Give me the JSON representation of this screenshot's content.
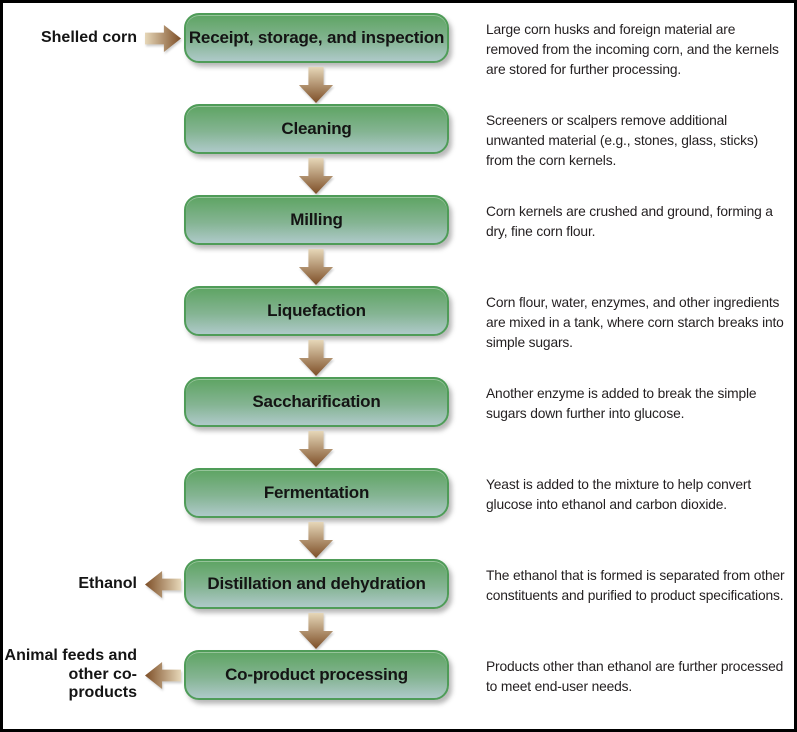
{
  "colors": {
    "box_border": "#4f9c58",
    "box_gradient_top": "#5ea463",
    "box_gradient_bottom": "#aec9c9",
    "arrow_light": "#e6d7b8",
    "arrow_dark": "#7d4e27",
    "text": "#231f20",
    "frame_border": "#000000"
  },
  "icons": {
    "flow_connector": "arrow-down-icon",
    "process_input": "arrow-right-icon",
    "process_output": "arrow-left-icon"
  },
  "steps": [
    {
      "label": "Receipt, storage, and inspection",
      "description": "Large corn husks and foreign material are removed from the incoming corn, and the kernels are stored for further processing.",
      "side_label": "Shelled corn",
      "side_dir": "in"
    },
    {
      "label": "Cleaning",
      "description": "Screeners or scalpers remove additional unwanted material (e.g., stones, glass, sticks) from the corn kernels.",
      "side_label": "",
      "side_dir": ""
    },
    {
      "label": "Milling",
      "description": "Corn kernels are crushed and ground, forming a dry, fine corn flour.",
      "side_label": "",
      "side_dir": ""
    },
    {
      "label": "Liquefaction",
      "description": "Corn flour, water, enzymes, and other ingredients are mixed in a tank, where corn starch breaks into simple sugars.",
      "side_label": "",
      "side_dir": ""
    },
    {
      "label": "Saccharification",
      "description": "Another enzyme is added to break the simple sugars down further into glucose.",
      "side_label": "",
      "side_dir": ""
    },
    {
      "label": "Fermentation",
      "description": "Yeast is added to the mixture to help convert glucose into ethanol and carbon dioxide.",
      "side_label": "",
      "side_dir": ""
    },
    {
      "label": "Distillation and dehydration",
      "description": "The ethanol that is formed is separated from other constituents and purified to product specifications.",
      "side_label": "Ethanol",
      "side_dir": "out"
    },
    {
      "label": "Co-product processing",
      "description": "Products other than ethanol are further processed to meet end-user needs.",
      "side_label": "Animal feeds and other co-products",
      "side_dir": "out"
    }
  ]
}
